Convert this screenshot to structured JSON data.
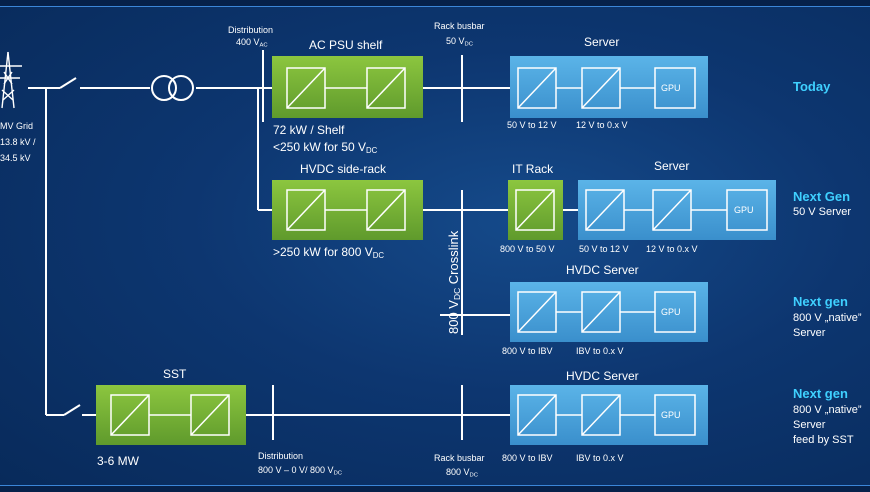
{
  "colors": {
    "green_box": "#76b538",
    "blue_box": "#4aa0d9",
    "row_title": "#3fd0ff",
    "line": "#ffffff"
  },
  "icons": [
    "transmission-tower-icon",
    "transformer-icon",
    "converter-icon",
    "gpu-chip"
  ],
  "grid": {
    "label_line1": "MV Grid",
    "label_line2": "13.8 kV /",
    "label_line3": "34.5 kV"
  },
  "row1": {
    "distribution_label": "Distribution",
    "distribution_value": "400 V",
    "distribution_sub": "AC",
    "psu_title": "AC PSU shelf",
    "psu_note1": "72 kW / Shelf",
    "psu_note2": "<250 kW for 50 V",
    "psu_note2_sub": "DC",
    "busbar_label": "Rack busbar",
    "busbar_value": "50 V",
    "busbar_sub": "DC",
    "server_title": "Server",
    "conv1": "50 V to 12 V",
    "conv2": "12 V to 0.x V",
    "gpu": "GPU",
    "row_title": "Today"
  },
  "row2": {
    "hvdc_title": "HVDC side-rack",
    "hvdc_note": ">250 kW for 800 V",
    "hvdc_note_sub": "DC",
    "it_rack_title": "IT Rack",
    "it_rack_conv": "800 V to 50 V",
    "server_title": "Server",
    "conv1": "50 V to 12 V",
    "conv2": "12 V to 0.x V",
    "gpu": "GPU",
    "row_title": "Next Gen",
    "row_sub": "50 V Server"
  },
  "crosslink": {
    "prefix": "800 V",
    "sub": "DC",
    "suffix": " Crosslink"
  },
  "row3": {
    "server_title": "HVDC Server",
    "conv1": "800 V to IBV",
    "conv2": "IBV to 0.x V",
    "gpu": "GPU",
    "row_title": "Next gen",
    "row_sub1": "800 V „native”",
    "row_sub2": "Server"
  },
  "row4": {
    "sst_title": "SST",
    "sst_note": "3-6 MW",
    "distribution_label": "Distribution",
    "distribution_value": "800 V – 0 V/ 800 V",
    "distribution_sub": "DC",
    "busbar_label": "Rack busbar",
    "busbar_value": "800 V",
    "busbar_sub": "DC",
    "server_title": "HVDC Server",
    "conv1": "800 V to IBV",
    "conv2": "IBV to 0.x V",
    "gpu": "GPU",
    "row_title": "Next gen",
    "row_sub1": "800 V „native”",
    "row_sub2": "Server",
    "row_sub3": "feed by SST"
  }
}
